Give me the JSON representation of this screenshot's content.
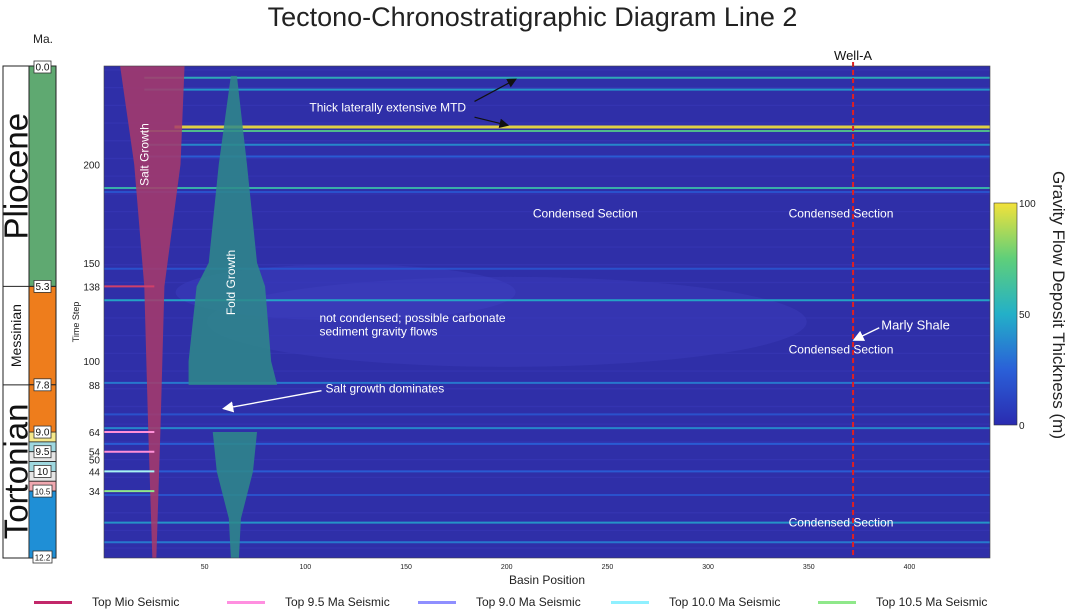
{
  "chart_data": {
    "type": "heatmap",
    "title": "Tectono-Chronostratigraphic Diagram Line 2",
    "xlabel": "Basin Position",
    "ylabel": "Time Step",
    "xlim": [
      0,
      440
    ],
    "ylim": [
      0,
      250
    ],
    "x_ticks": [
      50,
      100,
      150,
      200,
      250,
      300,
      350,
      400
    ],
    "y_ticks": [
      100,
      150,
      200
    ],
    "colorbar": {
      "label": "Gravity Flow Deposit Thickness (m)",
      "min": 0,
      "max": 100,
      "ticks": [
        0,
        50,
        100
      ],
      "colormap": [
        "#2a2bb0",
        "#2a60d8",
        "#23b0c8",
        "#5fcf7a",
        "#f3e23a"
      ]
    },
    "background_color": "#2f2fa8",
    "age_scale": {
      "header": "Ma.",
      "stages": [
        {
          "name": "Pliocene",
          "from": 250,
          "to": 138,
          "color": "#5fa971"
        },
        {
          "name": "Messinian",
          "from": 138,
          "to": 88,
          "color": "#ee7d1c"
        },
        {
          "name": "Tortonian",
          "from": 88,
          "to": 0,
          "color": "#ee7d1c"
        }
      ],
      "age_labels": [
        {
          "label": "0.0",
          "timestep": 250
        },
        {
          "label": "5.3",
          "timestep": 138
        },
        {
          "label": "7.8",
          "timestep": 88
        },
        {
          "label": "9.0",
          "timestep": 64
        },
        {
          "label": "9.5",
          "timestep": 54
        },
        {
          "label": "10",
          "timestep": 44
        },
        {
          "label": "10.5",
          "timestep": 34
        },
        {
          "label": "12.2",
          "timestep": 0
        }
      ],
      "sub_bands": [
        {
          "from": 64,
          "to": 59,
          "color": "#f5e88a"
        },
        {
          "from": 59,
          "to": 54,
          "color": "#9fd8e0"
        },
        {
          "from": 54,
          "to": 49,
          "color": "#e6e6e6"
        },
        {
          "from": 49,
          "to": 44,
          "color": "#9fd8e0"
        },
        {
          "from": 44,
          "to": 39,
          "color": "#e6e6e6"
        },
        {
          "from": 39,
          "to": 34,
          "color": "#f0a8b0"
        },
        {
          "from": 34,
          "to": 0,
          "color": "#1f8fd6"
        }
      ],
      "extra_step_labels": [
        "138",
        "88",
        "64",
        "54",
        "50",
        "44",
        "34"
      ],
      "extra_step_values": [
        138,
        88,
        64,
        54,
        50,
        44,
        34
      ]
    },
    "horizons": [
      {
        "timestep": 138,
        "x_end": 25,
        "color": "#d0406a"
      },
      {
        "timestep": 64,
        "x_end": 25,
        "color": "#ff8fd8"
      },
      {
        "timestep": 54,
        "x_end": 25,
        "color": "#ff8fd8"
      },
      {
        "timestep": 44,
        "x_end": 25,
        "color": "#a7f3f3"
      },
      {
        "timestep": 34,
        "x_end": 25,
        "color": "#8fe88a"
      }
    ],
    "streaks": [
      {
        "timestep": 244,
        "value": 55
      },
      {
        "timestep": 238,
        "value": 45
      },
      {
        "timestep": 219,
        "value": 100
      },
      {
        "timestep": 217,
        "value": 70
      },
      {
        "timestep": 210,
        "value": 40
      },
      {
        "timestep": 204,
        "value": 25
      },
      {
        "timestep": 188,
        "value": 60
      },
      {
        "timestep": 186,
        "value": 20
      },
      {
        "timestep": 147,
        "value": 20
      },
      {
        "timestep": 131,
        "value": 50
      },
      {
        "timestep": 89,
        "value": 35
      },
      {
        "timestep": 73,
        "value": 20
      },
      {
        "timestep": 66,
        "value": 40
      },
      {
        "timestep": 58,
        "value": 25
      },
      {
        "timestep": 44,
        "value": 25
      },
      {
        "timestep": 32,
        "value": 20
      },
      {
        "timestep": 18,
        "value": 45
      },
      {
        "timestep": 8,
        "value": 35
      }
    ],
    "salt_growth": {
      "label": "Salt Growth",
      "color": "#a83a6a",
      "profile": [
        {
          "t": 250,
          "x0": 8,
          "x1": 40
        },
        {
          "t": 200,
          "x0": 15,
          "x1": 38
        },
        {
          "t": 138,
          "x0": 20,
          "x1": 30
        },
        {
          "t": 64,
          "x0": 22,
          "x1": 28
        },
        {
          "t": 0,
          "x0": 24,
          "x1": 26
        }
      ]
    },
    "fold_growth": {
      "label": "Fold Growth",
      "color": "#2e8a8a",
      "profile": [
        {
          "t": 245,
          "x0": 63,
          "x1": 66
        },
        {
          "t": 200,
          "x0": 57,
          "x1": 71
        },
        {
          "t": 150,
          "x0": 52,
          "x1": 76
        },
        {
          "t": 138,
          "x0": 46,
          "x1": 80
        },
        {
          "t": 100,
          "x0": 42,
          "x1": 83
        },
        {
          "t": 88,
          "x0": 42,
          "x1": 86
        }
      ],
      "lower_profile": [
        {
          "t": 64,
          "x0": 54,
          "x1": 76
        },
        {
          "t": 44,
          "x0": 56,
          "x1": 74
        },
        {
          "t": 20,
          "x0": 62,
          "x1": 68
        },
        {
          "t": 0,
          "x0": 63,
          "x1": 67
        }
      ]
    },
    "well": {
      "label": "Well-A",
      "x": 372,
      "color": "#e02020"
    },
    "annotations": [
      {
        "text": "Thick laterally extensive MTD",
        "x": 102,
        "t": 227
      },
      {
        "text": "Condensed Section",
        "x": 213,
        "t": 173
      },
      {
        "text": "Condensed Section",
        "x": 340,
        "t": 173
      },
      {
        "text": "not condensed; possible carbonate",
        "x": 107,
        "t": 120
      },
      {
        "text": "sediment gravity flows",
        "x": 107,
        "t": 113
      },
      {
        "text": "Condensed Section",
        "x": 340,
        "t": 104
      },
      {
        "text": "Salt growth dominates",
        "x": 110,
        "t": 84
      },
      {
        "text": "Marly Shale",
        "x": 386,
        "t": 116
      },
      {
        "text": "Condensed Section",
        "x": 340,
        "t": 16
      }
    ],
    "legend": [
      {
        "name": "Top Mio Seismic",
        "color": "#c2286a"
      },
      {
        "name": "Top 9.5 Ma Seismic",
        "color": "#ff8fe0"
      },
      {
        "name": "Top 9.0 Ma Seismic",
        "color": "#8f8fff"
      },
      {
        "name": "Top 10.0 Ma Seismic",
        "color": "#8ff0ff"
      },
      {
        "name": "Top 10.5 Ma Seismic",
        "color": "#8fe88a"
      }
    ]
  }
}
